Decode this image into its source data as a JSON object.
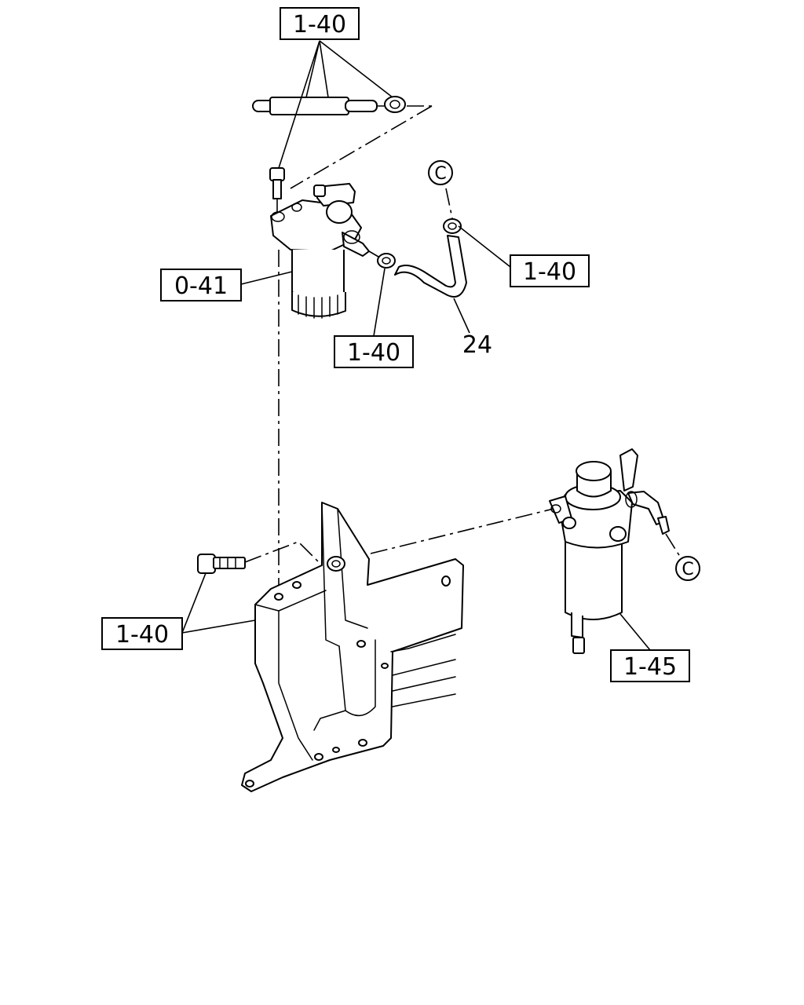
{
  "labels": {
    "top_callout": "1-40",
    "hose_clamp_right": "1-40",
    "filter_element": "0-41",
    "hose_clamp_lower": "1-40",
    "hose_number": "24",
    "bracket_bolts": "1-40",
    "filter_assembly": "1-45",
    "connector_c_top": "C",
    "connector_c_bottom": "C"
  }
}
